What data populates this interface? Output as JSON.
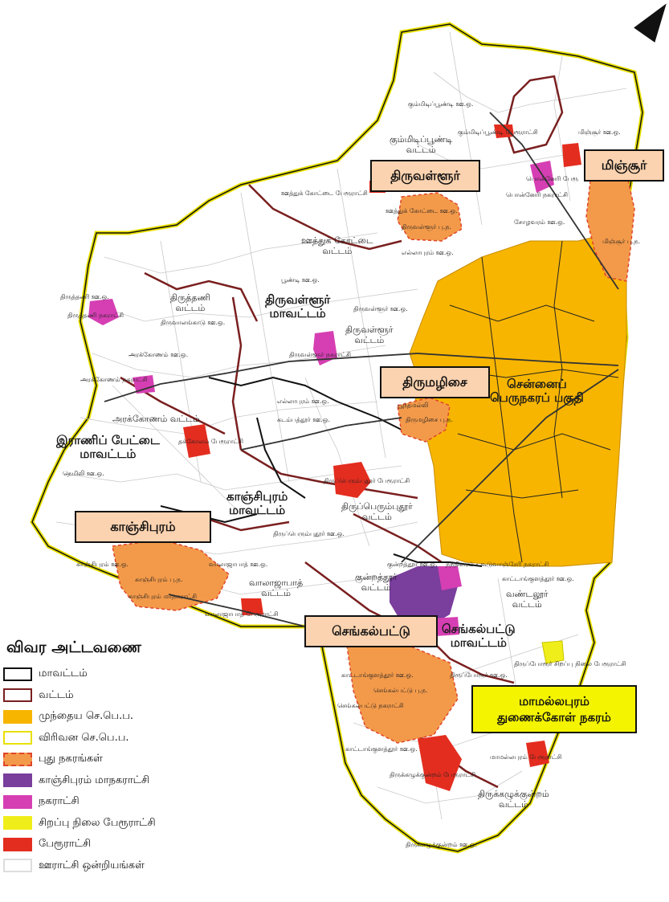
{
  "callouts": {
    "tiruvallur": "திருவள்ளூர்",
    "minjur": "மிஞ்சூர்",
    "tirumazhisai": "திருமழிசை",
    "kanchipuram": "காஞ்சிபுரம்",
    "chengalpattu": "செங்கல்பட்டு",
    "mamallapuram_line1": "மாமல்லபுரம்",
    "mamallapuram_line2": "துணைக்கோள் நகரம்"
  },
  "district_labels": {
    "tiruvallur_district": "திருவள்ளூர் மாவட்டம்",
    "tiruvallur_district_l1": "திருவள்ளூர்",
    "tiruvallur_district_l2": "மாவட்டம்",
    "kanchipuram_district_l1": "காஞ்சிபுரம்",
    "kanchipuram_district_l2": "மாவட்டம்",
    "chengalpattu_district_l1": "செங்கல்பட்டு",
    "chengalpattu_district_l2": "மாவட்டம்",
    "ranipet_district_l1": "இராணிப் பேட்டை",
    "ranipet_district_l2": "மாவட்டம்",
    "chennai_l1": "சென்னைப்",
    "chennai_l2": "பெருநகரப் பகுதி"
  },
  "taluk_labels": {
    "gummidipoondi_l1": "கும்மிடிப்பூண்டி",
    "gummidipoondi_l2": "வட்டம்",
    "uthukottai_l1": "ஊத்துக் கோட்டை",
    "uthukottai_l2": "வட்டம்",
    "tiruttani_l1": "திருத்தணி",
    "tiruttani_l2": "வட்டம்",
    "tiruvallur_taluk_l1": "திருவள்ளூர்",
    "tiruvallur_taluk_l2": "வட்டம்",
    "arakkonam": "அரக்கோணம் வட்டம்",
    "sriperumbudur_l1": "திருப்பெரும்புதூர்",
    "sriperumbudur_l2": "வட்டம்",
    "walajabad_l1": "வாலாஜாபாத்",
    "walajabad_l2": "வட்டம்",
    "kundrathur_l1": "குன்றத்தூர்",
    "kundrathur_l2": "வட்டம்",
    "vandalur_l1": "வண்டலூர்",
    "vandalur_l2": "வட்டம்",
    "tirukazhukundram_l1": "திருக்கழுக்குன்றம்",
    "tirukazhukundram_l2": "வட்டம்"
  },
  "small_labels": {
    "kummidi_ou": "கும்மிடிப்பூண்டி ஊ.ஒ.",
    "kummidi_pe": "கும்மிடிப்பூண்டி பேரூராட்சி",
    "minjur_ou": "மிஞ்சூர் ஊ.ஒ.",
    "ponneri_pe": "பொன்னேரி பேரூ",
    "ponneri_na": "பொன்னேரி நகராட்சி",
    "uthu_pe": "ஊத்துக் கோட்டை பேரூராட்சி",
    "uthu_ou": "ஊத்துக் கோட்டை ஊ.ஒ.",
    "tiruvallur_pu": "திருவள்ளூர் பு.ந.",
    "sholavaram": "சோழவரம் ஊ.ஒ.",
    "minjur_pu": "மிஞ்சூர் பு.ந.",
    "ellapuram": "எல்லாபுரம் ஊ.ஒ.",
    "poondi": "பூண்டி ஊ.ஒ.",
    "tiruttani_ou": "திருத்தணி ஊ.ஒ.",
    "tiruttani_na": "திருத்தணி நகராட்சி",
    "tiruvalangadu": "திருவாலங்காடு ஊ.ஒ.",
    "tiruvallur_ou": "திருவள்ளூர் ஊ.ஒ.",
    "tiruvallur_na": "திருவள்ளூர் நகராட்சி",
    "arakkonam_ou": "அரக்கோணம் ஊ.ஒ.",
    "arakkonam_na": "அரக்கோணம் நகராட்சி",
    "ellapuram2": "எல்லாபுரம் ஊ.ஒ.",
    "kadambathur": "கடம்பத்தூர் ஊ.ஒ.",
    "poonthamalli": "பூந்தமல்லி",
    "tirumazhisai_pu": "திருமழிசை பு.ந.",
    "takkolam": "தக்கோலம் பேரூராட்சி",
    "sriperumbudur_pe": "திருப்பெரும்புதூர் பேரூராட்சி",
    "sriperumbudur_ou": "திருப்பெரும்புதூர் ஊ.ஒ.",
    "kanchi_ou": "காஞ்சிபுரம் ஊ.ஒ.",
    "kanchi_pu": "காஞ்சிபுரம் பு.ந.",
    "kanchi_ma": "காஞ்சிபுரம் மாநகராட்சி",
    "walaja_ou": "வாலாஜாபாத் ஊ.ஒ.",
    "walaja_pe": "வாலாஜாபாத் பேரூராட்சி",
    "kundrathur_ou": "குன்றத்தூர் ஊ.ஒ.",
    "nandhivaram": "நந்திவரம் - கூடுவாஞ்சேரி நகராட்சி",
    "kattankulathur_ou": "காட்டாங்குளத்தூர் ஊ.ஒ.",
    "kattankulathur2": "காட்டாங்குளத்தூர் ஊ.ஒ.",
    "chengalpattu_pu": "செங்கல்பட்டு பு.ந.",
    "chengalpattu_na": "செங்கல்பட்டு நகராட்சி",
    "tiruporur_ou": "திருப்போரூர் ஊ.ஒ.",
    "tiruporur_pe": "திருப்போரூர் சிறப்பு நிலை பேரூராட்சி",
    "kattankulathur3": "காட்டாங்குளத்தூர் ஊ.ஒ.",
    "mamalla_pe": "மாமல்லபுரம் பேரூராட்சி",
    "tirukazhu_pe": "திருக்கழுக்குன்றம் பேரூராட்சி",
    "tirukazhu_ou": "திருக்கழுக்குன்றம் ஊ.ஒ.",
    "nemili": "நெமிலி ஊ.ஒ."
  },
  "legend": {
    "title": "விவர அட்டவணை",
    "items": [
      {
        "label": "மாவட்டம்",
        "fill": "#ffffff",
        "border": "#111111",
        "style": "solid"
      },
      {
        "label": "வட்டம்",
        "fill": "#ffffff",
        "border": "#7a1f1f",
        "style": "solid"
      },
      {
        "label": "முந்தைய செ.பெ.ப.",
        "fill": "#f7b500",
        "border": "#f7b500",
        "style": "solid"
      },
      {
        "label": "விரிவன செ.பெ.ப.",
        "fill": "#ffffff",
        "border": "#e8e000",
        "style": "solid"
      },
      {
        "label": "புது நகரங்கள்",
        "fill": "#f39a4a",
        "border": "#e0452b",
        "style": "dashed"
      },
      {
        "label": "காஞ்சிபுரம் மாநகராட்சி",
        "fill": "#7a3e9d",
        "border": "#7a3e9d",
        "style": "solid"
      },
      {
        "label": "நகராட்சி",
        "fill": "#d63fb3",
        "border": "#d63fb3",
        "style": "solid"
      },
      {
        "label": "சிறப்பு நிலை பேரூராட்சி",
        "fill": "#f0ee1a",
        "border": "#f0ee1a",
        "style": "solid"
      },
      {
        "label": "பேரூராட்சி",
        "fill": "#e32d1f",
        "border": "#e32d1f",
        "style": "solid"
      },
      {
        "label": "ஊராட்சி ஒன்றியங்கள்",
        "fill": "#ffffff",
        "border": "#dddddd",
        "style": "solid"
      }
    ]
  },
  "colors": {
    "cma_old": "#f7b500",
    "cma_extended_border": "#e8e000",
    "new_town": "#f39a4a",
    "corporation": "#7a3e9d",
    "municipality": "#d63fb3",
    "special_town_panchayat": "#f0ee1a",
    "town_panchayat": "#e32d1f",
    "district_border": "#111111",
    "taluk_border": "#7a1f1f",
    "rail": "#333333"
  }
}
